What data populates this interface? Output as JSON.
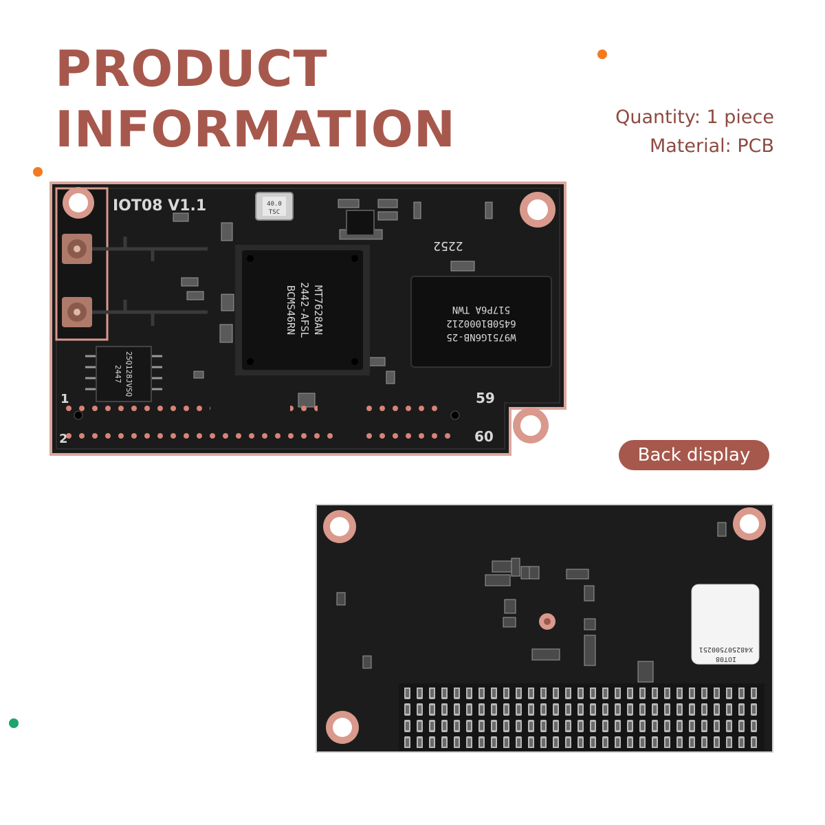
{
  "title": {
    "line1": "PRODUCT",
    "line2": "INFORMATION"
  },
  "specs": {
    "quantity": "Quantity: 1 piece",
    "material": "Material: PCB"
  },
  "badge": {
    "label": "Back display"
  },
  "colors": {
    "brand": "#a7584c",
    "accent_orange": "#f47a1f",
    "accent_green": "#1ea56e",
    "pcb": "#1c1c1c",
    "copper": "#d9998c"
  },
  "front_board": {
    "silkscreen": "IOT08 V1.1",
    "pin_labels": {
      "top_left": "1",
      "bottom_left": "2",
      "top_right": "59",
      "bottom_right": "60"
    },
    "crystal": {
      "line1": "40.0",
      "line2": "TSC"
    },
    "main_chip": {
      "line1": "MT7628AN",
      "line2": "2442-AFSL",
      "line3": "BCMS46RN"
    },
    "memory_chip": {
      "line1": "W9751G6NB-25",
      "line2": "6450B1000212",
      "line3": "517P6A TWN"
    },
    "flash_chip": {
      "line1": "25Q128JVSQ",
      "line2": "2447"
    },
    "marking": "2252"
  },
  "back_board": {
    "label_line1": "X482507500251",
    "label_line2": "IOT08"
  }
}
